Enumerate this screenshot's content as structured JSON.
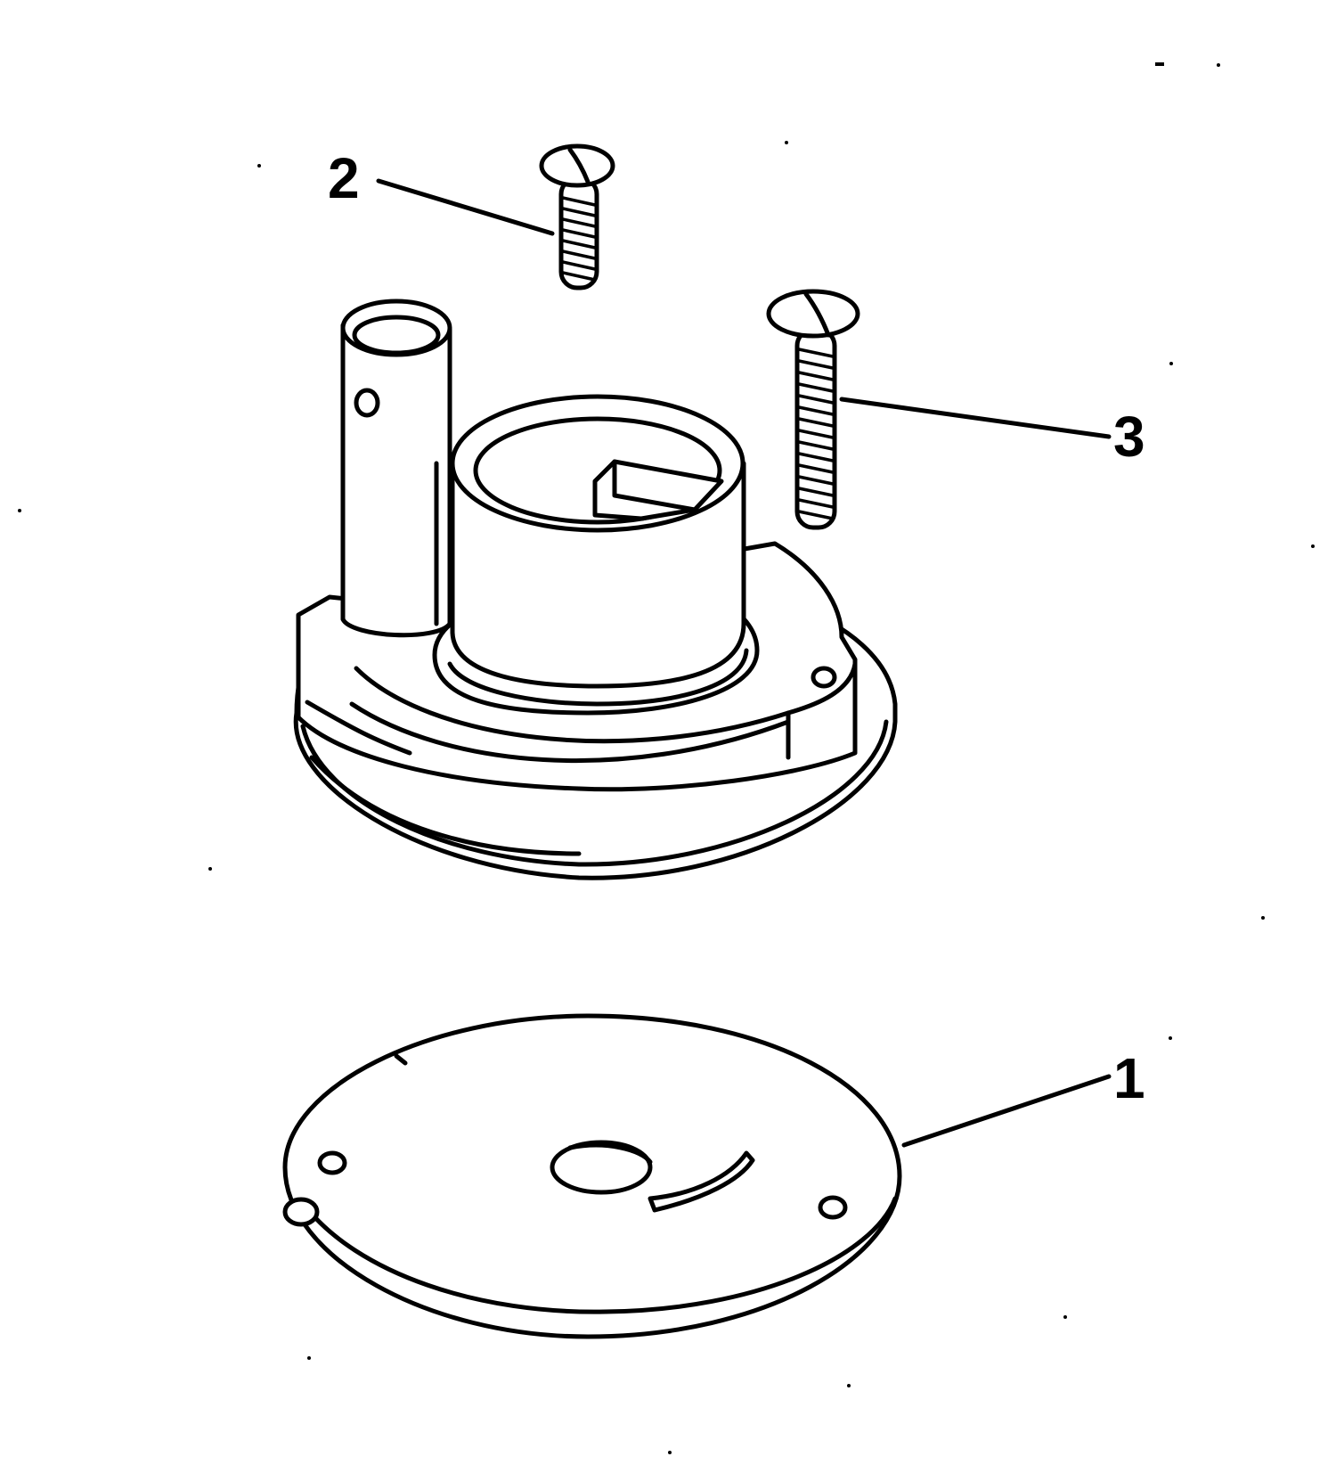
{
  "diagram": {
    "callouts": [
      {
        "id": "callout-1",
        "label": "1",
        "part": "plate"
      },
      {
        "id": "callout-2",
        "label": "2",
        "part": "short-screw"
      },
      {
        "id": "callout-3",
        "label": "3",
        "part": "long-screw"
      }
    ]
  }
}
